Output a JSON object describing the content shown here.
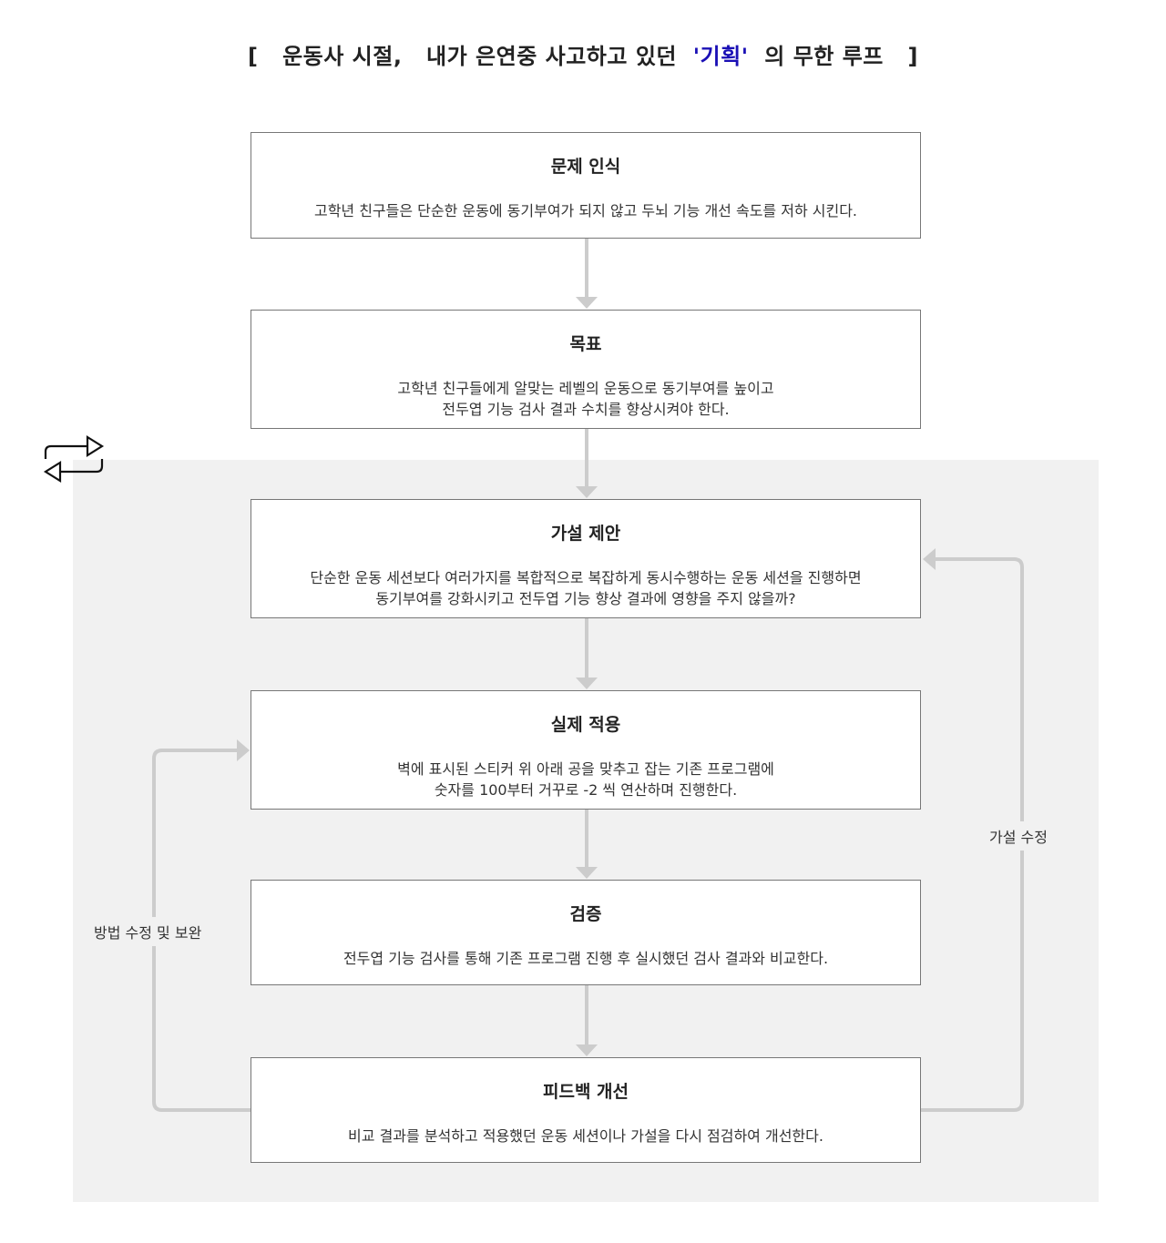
{
  "title": {
    "open_bracket": "[",
    "part1": "운동사 시절,",
    "part2": "내가 은연중 사고하고 있던",
    "accent": "'기획'",
    "part3": "의 무한 루프",
    "close_bracket": "]",
    "accent_color": "#1a0fb5"
  },
  "steps": [
    {
      "title": "문제 인식",
      "lines": [
        "고학년 친구들은 단순한 운동에 동기부여가 되지 않고 두뇌 기능 개선 속도를 저하 시킨다."
      ]
    },
    {
      "title": "목표",
      "lines": [
        "고학년 친구들에게 알맞는 레벨의 운동으로 동기부여를 높이고",
        "전두엽 기능 검사 결과 수치를 향상시켜야 한다."
      ]
    },
    {
      "title": "가설 제안",
      "lines": [
        "단순한 운동 세션보다 여러가지를 복합적으로 복잡하게 동시수행하는 운동 세션을 진행하면",
        "동기부여를 강화시키고 전두엽 기능 향상 결과에 영향을 주지 않을까?"
      ]
    },
    {
      "title": "실제 적용",
      "lines": [
        "벽에 표시된 스티커 위 아래 공을 맞추고 잡는 기존 프로그램에",
        "숫자를 100부터 거꾸로 -2 씩 연산하며 진행한다."
      ]
    },
    {
      "title": "검증",
      "lines": [
        "전두엽 기능 검사를 통해 기존 프로그램 진행 후 실시했던 검사 결과와 비교한다."
      ]
    },
    {
      "title": "피드백 개선",
      "lines": [
        "비교 결과를 분석하고 적용했던 운동 세션이나 가설을 다시 점검하여 개선한다."
      ]
    }
  ],
  "side_labels": {
    "left": "방법 수정 및 보완",
    "right": "가설 수정"
  },
  "icons": {
    "loop": "repeat-icon"
  },
  "colors": {
    "loop_background": "#f1f1f1",
    "connector": "#cccccc",
    "box_border": "#777777"
  }
}
